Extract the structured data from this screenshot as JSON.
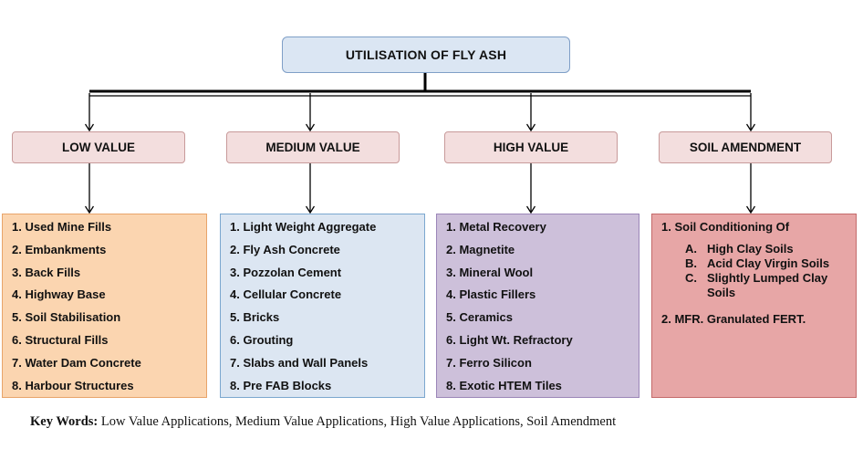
{
  "title": "UTILISATION OF FLY ASH",
  "categories": [
    {
      "label": "LOW VALUE",
      "items": [
        "1. Used Mine Fills",
        "2. Embankments",
        "3. Back Fills",
        "4. Highway Base",
        "5. Soil Stabilisation",
        "6. Structural Fills",
        "7. Water Dam Concrete",
        "8. Harbour Structures"
      ]
    },
    {
      "label": "MEDIUM VALUE",
      "items": [
        "1. Light Weight Aggregate",
        "2. Fly Ash Concrete",
        "3. Pozzolan Cement",
        "4. Cellular Concrete",
        "5. Bricks",
        "6. Grouting",
        "7. Slabs and Wall Panels",
        "8. Pre FAB Blocks"
      ]
    },
    {
      "label": "HIGH VALUE",
      "items": [
        "1. Metal Recovery",
        "2. Magnetite",
        "3. Mineral Wool",
        "4. Plastic Fillers",
        "5. Ceramics",
        "6. Light Wt. Refractory",
        "7. Ferro Silicon",
        "8. Exotic HTEM Tiles"
      ]
    },
    {
      "label": "SOIL AMENDMENT",
      "main_item": "1. Soil Conditioning Of",
      "sub_items": [
        {
          "letter": "A.",
          "text": "High Clay Soils"
        },
        {
          "letter": "B.",
          "text": "Acid Clay Virgin Soils"
        },
        {
          "letter": "C.",
          "text": "Slightly Lumped Clay Soils"
        }
      ],
      "second_item": "2. MFR. Granulated FERT."
    }
  ],
  "caption": {
    "label": "Key Words:",
    "text": "Low Value Applications, Medium Value Applications, High Value Applications, Soil Amendment"
  }
}
